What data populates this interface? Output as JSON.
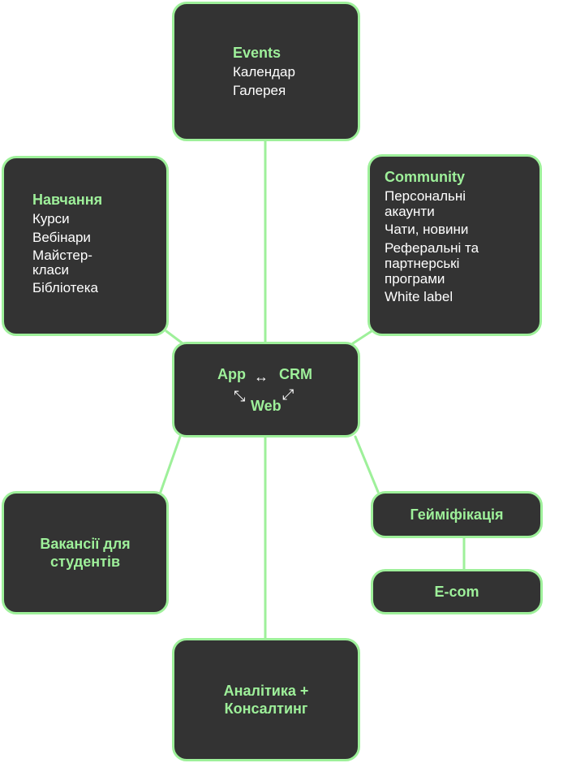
{
  "colors": {
    "accent": "#9ef09a",
    "box_fill": "#333333",
    "text": "#ffffff",
    "background": "#ffffff"
  },
  "events": {
    "title": "Events",
    "items": [
      "Календар",
      "Галерея"
    ]
  },
  "learning": {
    "title": "Навчання",
    "items": [
      "Курси",
      "Вебінари",
      "Майстер-\nкласи",
      "Бібліотека"
    ]
  },
  "community": {
    "title": "Community",
    "items": [
      "Персональні\nакаунти",
      "Чати, новини",
      "Реферальні та\nпартнерські\nпрограми",
      "White label"
    ]
  },
  "hub": {
    "app": "App",
    "crm": "CRM",
    "web": "Web",
    "arrow_horizontal": "↔",
    "arrow_left": "⤡",
    "arrow_right": "⤢"
  },
  "vacancies": {
    "title": "Вакансії для\nстудентів"
  },
  "gamification": {
    "title": "Гейміфікація"
  },
  "ecom": {
    "title": "E-com"
  },
  "analytics": {
    "title": "Аналітика +\nКонсалтинг"
  }
}
